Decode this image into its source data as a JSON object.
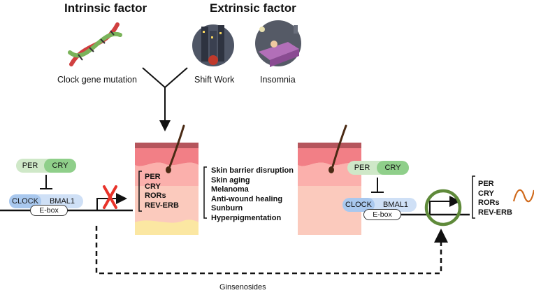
{
  "intrinsic": {
    "title": "Intrinsic factor",
    "caption": "Clock gene mutation"
  },
  "extrinsic": {
    "title": "Extrinsic factor",
    "shift_caption": "Shift Work",
    "insomnia_caption": "Insomnia"
  },
  "left_complex": {
    "per": "PER",
    "cry": "CRY",
    "clock": "CLOCK",
    "bmal1": "BMAL1",
    "ebox": "E-box"
  },
  "right_complex": {
    "per": "PER",
    "cry": "CRY",
    "clock": "CLOCK",
    "bmal1": "BMAL1",
    "ebox": "E-box"
  },
  "skin_genes": [
    "PER",
    "CRY",
    "RORs",
    "REV-ERB"
  ],
  "effects": [
    "Skin barrier disruption",
    "Skin aging",
    "Melanoma",
    "Anti-wound healing",
    "Sunburn",
    "Hyperpigmentation"
  ],
  "restored_genes": [
    "PER",
    "CRY",
    "RORs",
    "REV-ERB"
  ],
  "ginsenosides_label": "Ginsenosides",
  "colors": {
    "per_pill": "#cfe8c8",
    "cry_pill": "#8fcf8a",
    "clock_pill": "#a9c8ee",
    "bmal1_pill": "#cfe0f6",
    "skin_top": "#f27f86",
    "skin_mid": "#fbb0ac",
    "skin_base": "#fbcabd",
    "fat": "#fbe7a2",
    "cross": "#e8332a",
    "circle": "#5f8a3a",
    "wave": "#d06a1c"
  }
}
